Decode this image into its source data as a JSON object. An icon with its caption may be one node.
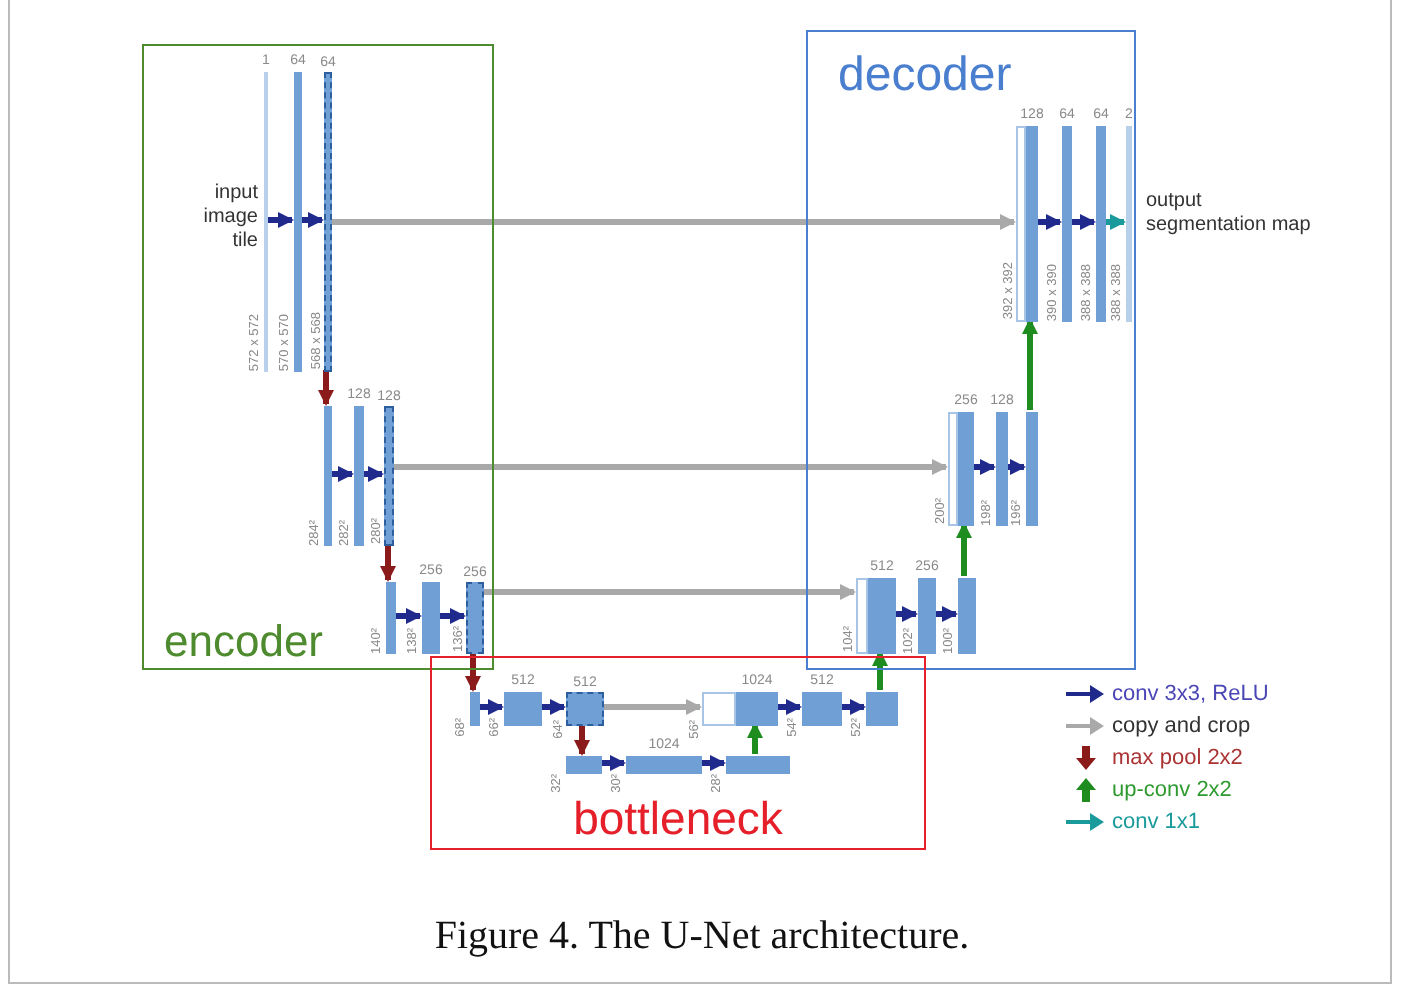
{
  "diagram": {
    "caption": "Figure 4. The U-Net architecture.",
    "nodes": [
      {
        "text": [
          "encoder"
        ]
      },
      {
        "text": [
          "decoder"
        ]
      },
      {
        "text": [
          "bottleneck"
        ]
      },
      {
        "text": [
          "1"
        ],
        "in": 0,
        "beside": [
          "input image tile",
          "572 x 572"
        ]
      },
      {
        "text": [
          "64"
        ],
        "in": 0,
        "beside": [
          "570 x 570"
        ]
      },
      {
        "text": [
          "64"
        ],
        "in": 0,
        "beside": [
          "568 x 568"
        ]
      },
      {
        "text": [],
        "shape": "bar",
        "in": 0,
        "beside": [
          "284²"
        ]
      },
      {
        "text": [
          "128"
        ],
        "in": 0,
        "beside": [
          "282²"
        ]
      },
      {
        "text": [
          "128"
        ],
        "in": 0,
        "beside": [
          "280²"
        ]
      },
      {
        "text": [],
        "shape": "bar",
        "in": 0,
        "beside": [
          "140²"
        ]
      },
      {
        "text": [
          "256"
        ],
        "in": 0,
        "beside": [
          "138²"
        ]
      },
      {
        "text": [
          "256"
        ],
        "in": 0,
        "beside": [
          "136²"
        ]
      },
      {
        "text": [],
        "shape": "bar",
        "in": 2,
        "beside": [
          "68²"
        ]
      },
      {
        "text": [
          "512"
        ],
        "in": 2,
        "beside": [
          "66²"
        ]
      },
      {
        "text": [
          "512"
        ],
        "in": 2,
        "beside": [
          "64²"
        ]
      },
      {
        "text": [],
        "shape": "bar",
        "in": 2,
        "beside": [
          "32²"
        ]
      },
      {
        "text": [
          "1024"
        ],
        "in": 2,
        "beside": [
          "30²"
        ]
      },
      {
        "text": [],
        "shape": "bar",
        "in": 2,
        "beside": [
          "28²"
        ]
      },
      {
        "text": [],
        "shape": "bar",
        "in": 2,
        "beside": [
          "56²"
        ]
      },
      {
        "text": [
          "1024"
        ],
        "in": 2
      },
      {
        "text": [
          "512"
        ],
        "in": 2,
        "beside": [
          "54²"
        ]
      },
      {
        "text": [],
        "shape": "bar",
        "in": 2,
        "beside": [
          "52²"
        ]
      },
      {
        "text": [],
        "shape": "bar",
        "in": 1,
        "beside": [
          "104²"
        ]
      },
      {
        "text": [
          "512"
        ],
        "in": 1
      },
      {
        "text": [
          "256"
        ],
        "in": 1,
        "beside": [
          "102²"
        ]
      },
      {
        "text": [],
        "shape": "bar",
        "in": 1,
        "beside": [
          "100²"
        ]
      },
      {
        "text": [],
        "shape": "bar",
        "in": 1,
        "beside": [
          "200²"
        ]
      },
      {
        "text": [
          "256"
        ],
        "in": 1
      },
      {
        "text": [
          "128"
        ],
        "in": 1,
        "beside": [
          "198²"
        ]
      },
      {
        "text": [],
        "shape": "bar",
        "in": 1,
        "beside": [
          "196²"
        ]
      },
      {
        "text": [],
        "shape": "bar",
        "in": 1,
        "beside": [
          "392 x 392"
        ]
      },
      {
        "text": [
          "128"
        ],
        "in": 1
      },
      {
        "text": [
          "64"
        ],
        "in": 1,
        "beside": [
          "390 x 390"
        ]
      },
      {
        "text": [
          "64"
        ],
        "in": 1,
        "beside": [
          "388 x 388"
        ]
      },
      {
        "text": [
          "2"
        ],
        "in": 1,
        "beside": [
          "output segmentation map",
          "388 x 388"
        ]
      }
    ],
    "edges": [
      {
        "from": 3,
        "to": 4,
        "arrow": "to"
      },
      {
        "from": 4,
        "to": 5,
        "arrow": "to"
      },
      {
        "from": 6,
        "to": 7,
        "arrow": "to"
      },
      {
        "from": 7,
        "to": 8,
        "arrow": "to"
      },
      {
        "from": 9,
        "to": 10,
        "arrow": "to"
      },
      {
        "from": 10,
        "to": 11,
        "arrow": "to"
      },
      {
        "from": 12,
        "to": 13,
        "arrow": "to"
      },
      {
        "from": 13,
        "to": 14,
        "arrow": "to"
      },
      {
        "from": 15,
        "to": 16,
        "arrow": "to"
      },
      {
        "from": 16,
        "to": 17,
        "arrow": "to"
      },
      {
        "from": 19,
        "to": 20,
        "arrow": "to"
      },
      {
        "from": 20,
        "to": 21,
        "arrow": "to"
      },
      {
        "from": 23,
        "to": 24,
        "arrow": "to"
      },
      {
        "from": 24,
        "to": 25,
        "arrow": "to"
      },
      {
        "from": 27,
        "to": 28,
        "arrow": "to"
      },
      {
        "from": 28,
        "to": 29,
        "arrow": "to"
      },
      {
        "from": 31,
        "to": 32,
        "arrow": "to"
      },
      {
        "from": 32,
        "to": 33,
        "arrow": "to"
      },
      {
        "from": 33,
        "to": 34,
        "arrow": "to",
        "color": "#1a9a9a"
      },
      {
        "from": 5,
        "to": 6,
        "arrow": "to",
        "color": "#8b1a1a"
      },
      {
        "from": 8,
        "to": 9,
        "arrow": "to",
        "color": "#8b1a1a"
      },
      {
        "from": 11,
        "to": 12,
        "arrow": "to",
        "color": "#8b1a1a"
      },
      {
        "from": 14,
        "to": 15,
        "arrow": "to",
        "color": "#8b1a1a"
      },
      {
        "from": 17,
        "to": 19,
        "arrow": "to",
        "color": "#1e8c1e"
      },
      {
        "from": 21,
        "to": 23,
        "arrow": "to",
        "color": "#1e8c1e"
      },
      {
        "from": 25,
        "to": 27,
        "arrow": "to",
        "color": "#1e8c1e"
      },
      {
        "from": 29,
        "to": 31,
        "arrow": "to",
        "color": "#1e8c1e"
      },
      {
        "from": 5,
        "to": 30,
        "arrow": "to",
        "color": "#a9a9a9"
      },
      {
        "from": 8,
        "to": 26,
        "arrow": "to",
        "color": "#a9a9a9"
      },
      {
        "from": 11,
        "to": 22,
        "arrow": "to",
        "color": "#a9a9a9"
      },
      {
        "from": 14,
        "to": 18,
        "arrow": "to",
        "color": "#a9a9a9"
      }
    ],
    "legend": [
      {
        "text": "conv 3x3, ReLU"
      },
      {
        "text": "copy and crop"
      },
      {
        "text": "max pool 2x2"
      },
      {
        "text": "up-conv 2x2"
      },
      {
        "text": "conv 1x1"
      }
    ]
  }
}
